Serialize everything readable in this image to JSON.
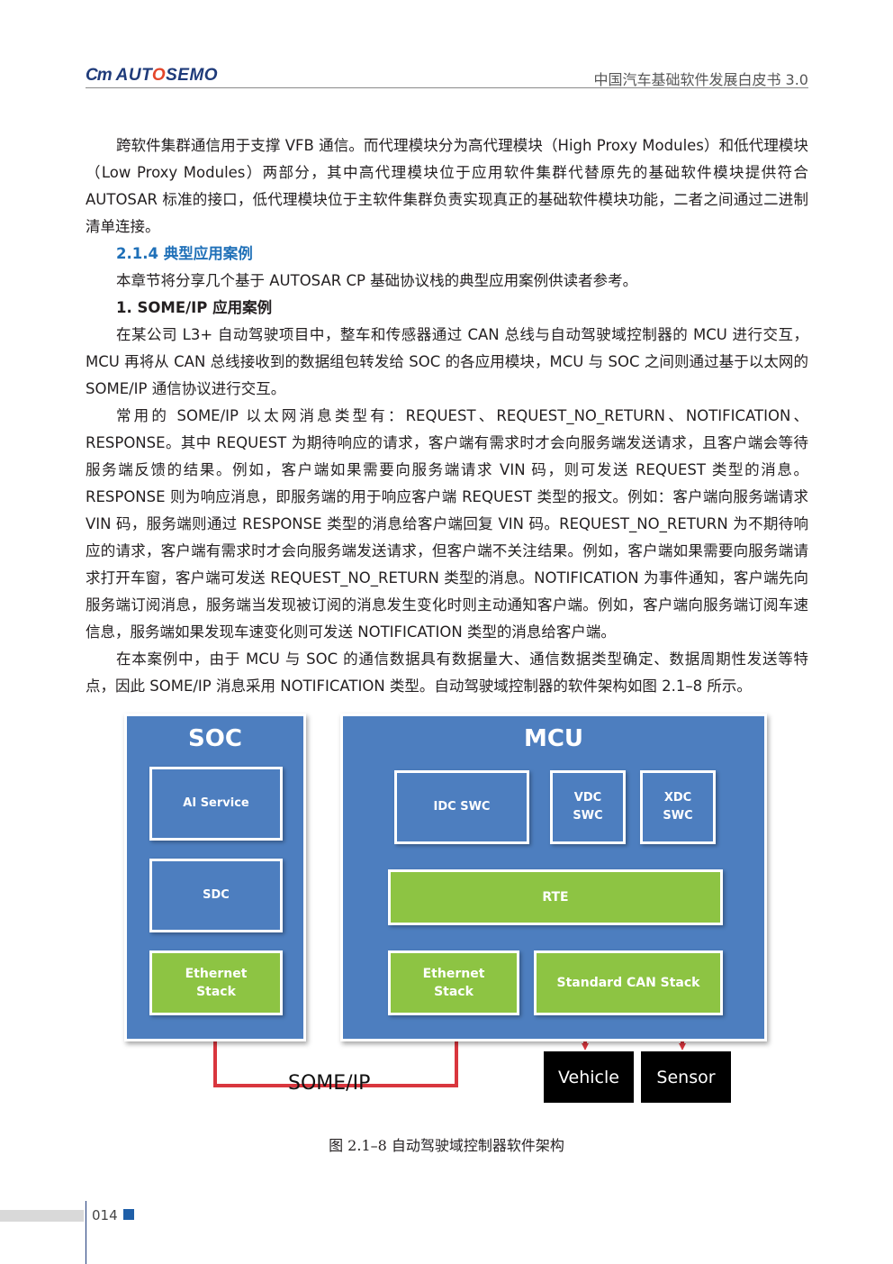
{
  "header": {
    "logo_mark": "Cm",
    "logo_text_a": "AUT",
    "logo_text_o": "O",
    "logo_text_b": "SEMO",
    "title": "中国汽车基础软件发展白皮书 3.0"
  },
  "paragraphs": {
    "p1": "跨软件集群通信用于支撑 VFB 通信。而代理模块分为高代理模块（High Proxy Modules）和低代理模块（Low Proxy Modules）两部分，其中高代理模块位于应用软件集群代替原先的基础软件模块提供符合 AUTOSAR 标准的接口，低代理模块位于主软件集群负责实现真正的基础软件模块功能，二者之间通过二进制清单连接。",
    "section_heading": "2.1.4 典型应用案例",
    "p2": "本章节将分享几个基于 AUTOSAR CP 基础协议栈的典型应用案例供读者参考。",
    "case_heading": "1. SOME/IP 应用案例",
    "p3": "在某公司 L3+ 自动驾驶项目中，整车和传感器通过 CAN 总线与自动驾驶域控制器的 MCU 进行交互，MCU 再将从 CAN 总线接收到的数据组包转发给 SOC 的各应用模块，MCU 与 SOC 之间则通过基于以太网的 SOME/IP 通信协议进行交互。",
    "p4": "常用的 SOME/IP 以太网消息类型有：REQUEST、REQUEST_NO_RETURN、NOTIFICATION、RESPONSE。其中 REQUEST 为期待响应的请求，客户端有需求时才会向服务端发送请求，且客户端会等待服务端反馈的结果。例如，客户端如果需要向服务端请求 VIN 码，则可发送 REQUEST 类型的消息。RESPONSE 则为响应消息，即服务端的用于响应客户端 REQUEST 类型的报文。例如：客户端向服务端请求 VIN 码，服务端则通过 RESPONSE 类型的消息给客户端回复 VIN 码。REQUEST_NO_RETURN 为不期待响应的请求，客户端有需求时才会向服务端发送请求，但客户端不关注结果。例如，客户端如果需要向服务端请求打开车窗，客户端可发送 REQUEST_NO_RETURN 类型的消息。NOTIFICATION 为事件通知，客户端先向服务端订阅消息，服务端当发现被订阅的消息发生变化时则主动通知客户端。例如，客户端向服务端订阅车速信息，服务端如果发现车速变化则可发送 NOTIFICATION 类型的消息给客户端。",
    "p5": "在本案例中，由于 MCU 与 SOC 的通信数据具有数据量大、通信数据类型确定、数据周期性发送等特点，因此 SOME/IP 消息采用 NOTIFICATION 类型。自动驾驶域控制器的软件架构如图 2.1–8 所示。"
  },
  "diagram": {
    "soc": {
      "title": "SOC",
      "ai_service": "AI Service",
      "sdc": "SDC",
      "ethernet_stack": "Ethernet\nStack"
    },
    "mcu": {
      "title": "MCU",
      "idc_swc": "IDC SWC",
      "vdc_swc": "VDC\nSWC",
      "xdc_swc": "XDC\nSWC",
      "rte": "RTE",
      "ethernet_stack": "Ethernet\nStack",
      "can_stack": "Standard CAN Stack"
    },
    "vehicle": "Vehicle",
    "sensor": "Sensor",
    "link_label": "SOME/IP",
    "colors": {
      "panel_blue": "#4d7ebf",
      "stack_green": "#8dc443",
      "arrow_red": "#d9363e",
      "link_red": "#d9363e"
    }
  },
  "caption": "图 2.1–8 自动驾驶域控制器软件架构",
  "footer": {
    "page_number": "014"
  }
}
